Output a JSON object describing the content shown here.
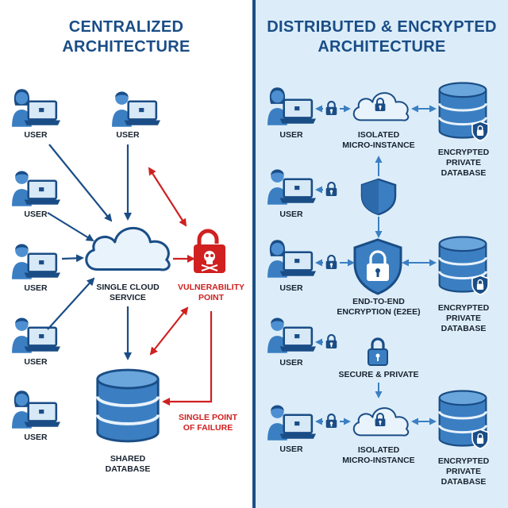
{
  "colors": {
    "navy": "#1a4d86",
    "accent_blue": "#3b7fc2",
    "red": "#d02020",
    "right_bg": "#dcedf9"
  },
  "left": {
    "title_line1": "CENTRALIZED",
    "title_line2": "ARCHITECTURE",
    "user_label": "USER",
    "cloud_line1": "SINGLE CLOUD",
    "cloud_line2": "SERVICE",
    "vuln_line1": "VULNERABILITY",
    "vuln_line2": "POINT",
    "spof_line1": "SINGLE POINT",
    "spof_line2": "OF FAILURE",
    "db_line1": "SHARED",
    "db_line2": "DATABASE"
  },
  "right": {
    "title_line1": "DISTRIBUTED & ENCRYPTED",
    "title_line2": "ARCHITECTURE",
    "user_label": "USER",
    "instance_line1": "ISOLATED",
    "instance_line2": "MICRO-INSTANCE",
    "db_line1": "ENCRYPTED",
    "db_line2": "PRIVATE",
    "db_line3": "DATABASE",
    "e2ee_line1": "END-TO-END",
    "e2ee_line2": "ENCRYPTION (E2EE)",
    "secure_label": "SECURE & PRIVATE"
  }
}
